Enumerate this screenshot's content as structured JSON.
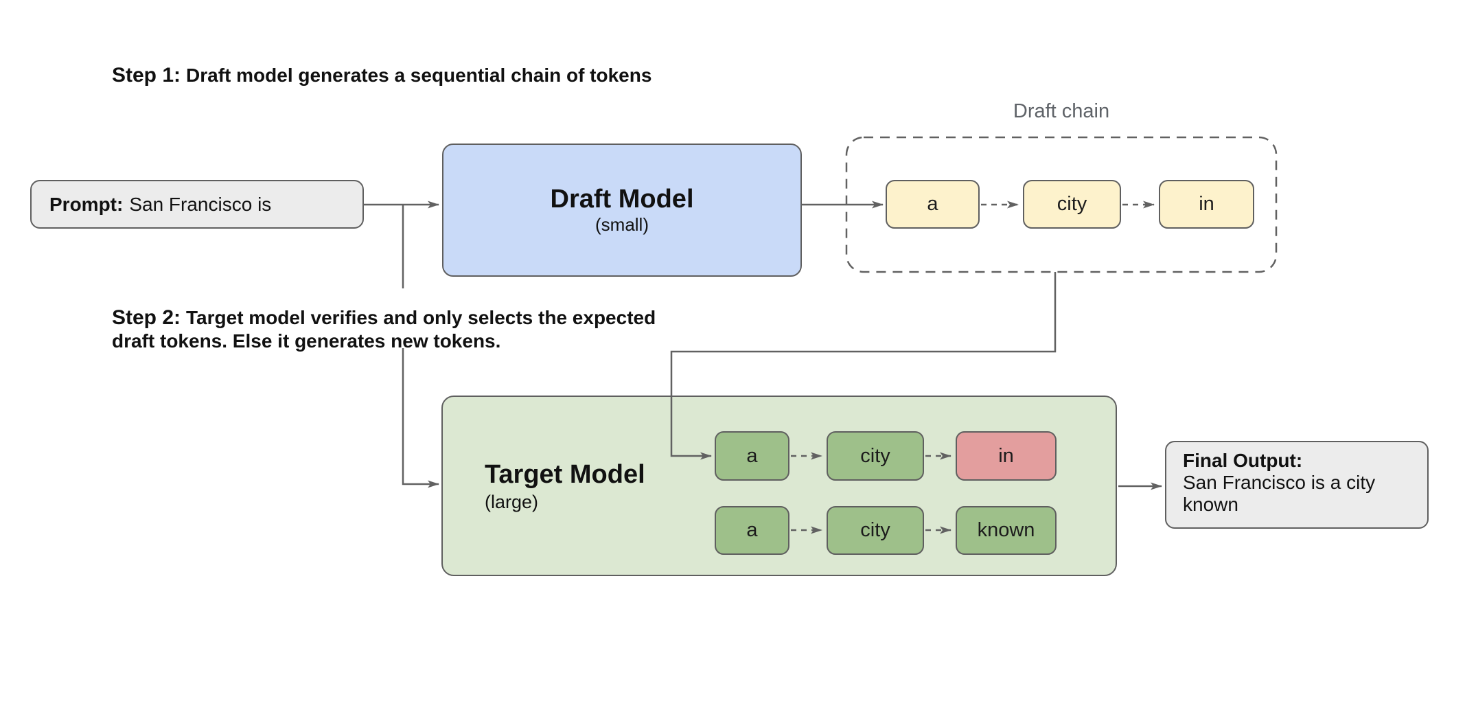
{
  "captions": {
    "step1": {
      "label": "Step 1:",
      "text": "Draft model generates a sequential chain of tokens"
    },
    "step2": {
      "label": "Step 2:",
      "line1": "Target model verifies and only selects the expected",
      "line2": "draft tokens. Else it generates new tokens."
    }
  },
  "prompt": {
    "label": "Prompt:",
    "text": "San Francisco is"
  },
  "draft_model": {
    "title": "Draft Model",
    "subtitle": "(small)"
  },
  "draft_chain": {
    "label": "Draft chain",
    "tokens": [
      "a",
      "city",
      "in"
    ]
  },
  "target_model": {
    "title": "Target Model",
    "subtitle": "(large)",
    "row1_tokens": [
      "a",
      "city",
      "in"
    ],
    "row1_status": [
      "accepted",
      "accepted",
      "rejected"
    ],
    "row2_tokens": [
      "a",
      "city",
      "known"
    ],
    "row2_status": [
      "accepted",
      "accepted",
      "accepted"
    ]
  },
  "final_output": {
    "label": "Final Output:",
    "text": "San Francisco is a city known"
  },
  "colors": {
    "line": "#616161",
    "box_border": "#5f5f5f",
    "gray_fill": "#ececec",
    "blue_fill": "#c9daf8",
    "yellow_fill": "#fdf2cc",
    "green_panel_fill": "#dce8d2",
    "green_token_fill": "#9ec08a",
    "red_token_fill": "#e39e9e",
    "chain_label_text": "#5f6368",
    "text": "#111111"
  }
}
